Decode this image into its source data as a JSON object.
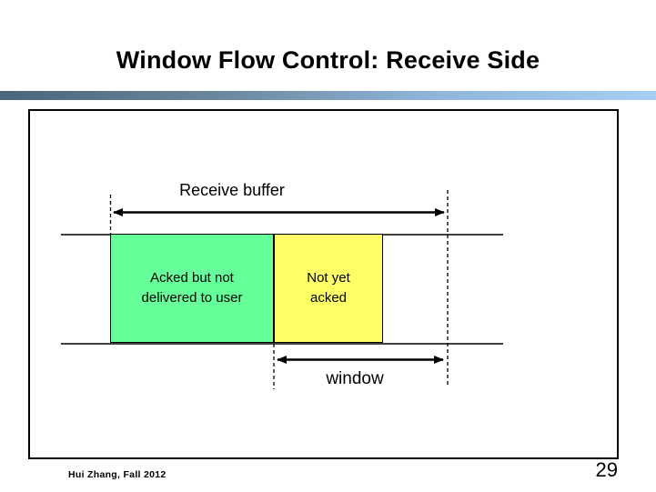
{
  "slide": {
    "title": "Window Flow Control: Receive Side",
    "footer": "Hui Zhang, Fall 2012",
    "page_number": "29"
  },
  "diagram": {
    "receive_buffer_label": "Receive buffer",
    "window_label": "window",
    "acked_box": {
      "lines": [
        "Acked but not",
        "delivered to user"
      ],
      "fill": "#66ff99"
    },
    "not_yet_acked_box": {
      "lines": [
        "Not yet",
        "acked"
      ],
      "fill": "#ffff66"
    }
  },
  "colors": {
    "title_bar_gradient_left": "#4b657b",
    "title_bar_gradient_right": "#a8cdf2",
    "frame_border": "#000000",
    "line_color": "#000000"
  }
}
